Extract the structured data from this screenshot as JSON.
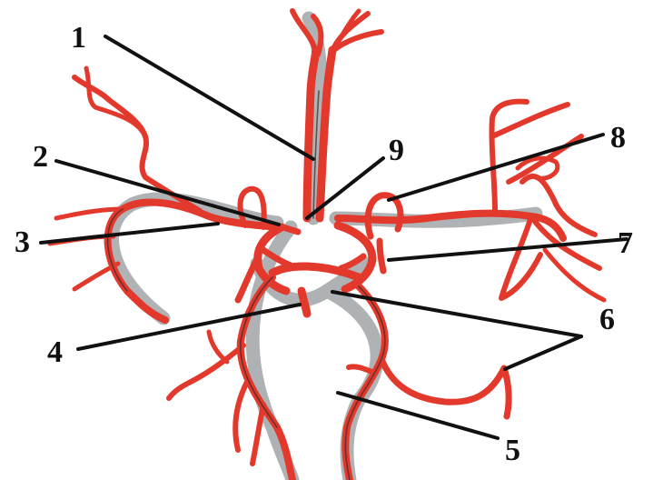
{
  "labels": [
    {
      "id": "1",
      "text": "1"
    },
    {
      "id": "2",
      "text": "2"
    },
    {
      "id": "3",
      "text": "3"
    },
    {
      "id": "4",
      "text": "4"
    },
    {
      "id": "5",
      "text": "5"
    },
    {
      "id": "6",
      "text": "6"
    },
    {
      "id": "7",
      "text": "7"
    },
    {
      "id": "8",
      "text": "8"
    },
    {
      "id": "9",
      "text": "9"
    }
  ],
  "colors": {
    "vessel": "#e2392c",
    "vessel_shadow": "#6f7478",
    "leader": "#111111",
    "text": "#111111",
    "background": "#ffffff"
  }
}
